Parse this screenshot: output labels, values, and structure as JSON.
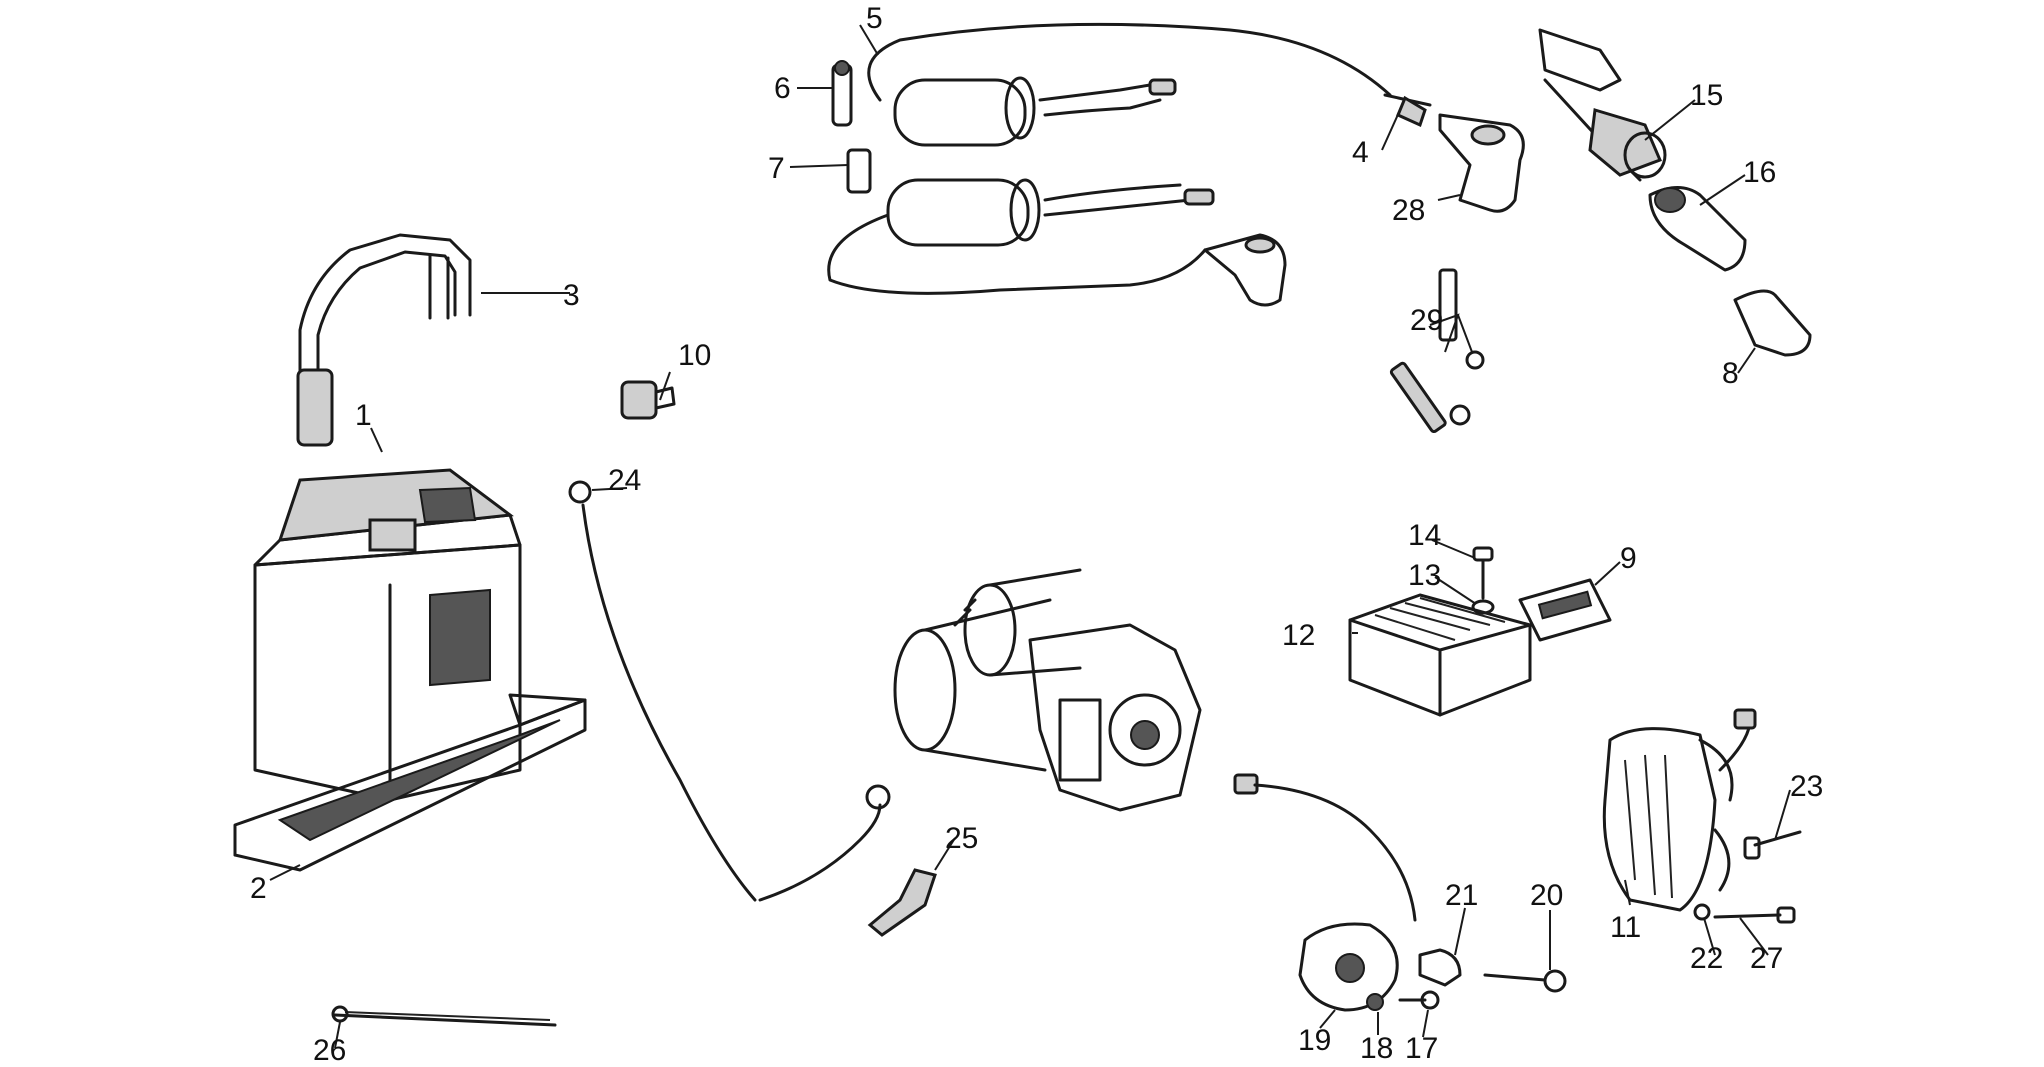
{
  "diagram": {
    "callouts": [
      {
        "id": "c1",
        "text": "1"
      },
      {
        "id": "c2",
        "text": "2"
      },
      {
        "id": "c3",
        "text": "3"
      },
      {
        "id": "c4",
        "text": "4"
      },
      {
        "id": "c5",
        "text": "5"
      },
      {
        "id": "c6",
        "text": "6"
      },
      {
        "id": "c7",
        "text": "7"
      },
      {
        "id": "c8",
        "text": "8"
      },
      {
        "id": "c9",
        "text": "9"
      },
      {
        "id": "c10",
        "text": "10"
      },
      {
        "id": "c11",
        "text": "11"
      },
      {
        "id": "c12",
        "text": "12"
      },
      {
        "id": "c13",
        "text": "13"
      },
      {
        "id": "c14",
        "text": "14"
      },
      {
        "id": "c15",
        "text": "15"
      },
      {
        "id": "c16",
        "text": "16"
      },
      {
        "id": "c17",
        "text": "17"
      },
      {
        "id": "c18",
        "text": "18"
      },
      {
        "id": "c19",
        "text": "19"
      },
      {
        "id": "c20",
        "text": "20"
      },
      {
        "id": "c21",
        "text": "21"
      },
      {
        "id": "c22",
        "text": "22"
      },
      {
        "id": "c23",
        "text": "23"
      },
      {
        "id": "c24",
        "text": "24"
      },
      {
        "id": "c25",
        "text": "25"
      },
      {
        "id": "c26",
        "text": "26"
      },
      {
        "id": "c27",
        "text": "27"
      },
      {
        "id": "c28",
        "text": "28"
      },
      {
        "id": "c29",
        "text": "29"
      }
    ]
  }
}
